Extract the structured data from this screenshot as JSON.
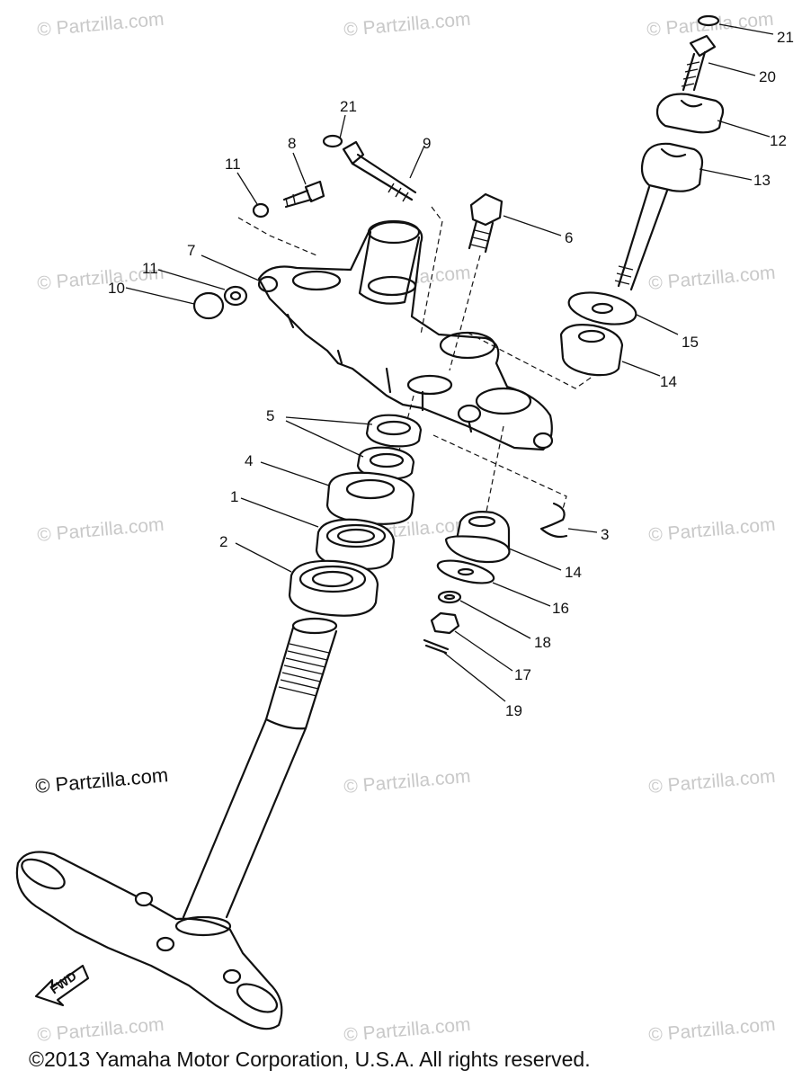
{
  "watermarks": {
    "text": "© Partzilla.com",
    "main_text": "© Partzilla.com"
  },
  "callouts": {
    "c21a": "21",
    "c20": "20",
    "c12": "12",
    "c13": "13",
    "c21b": "21",
    "c8": "8",
    "c9": "9",
    "c11a": "11",
    "c6": "6",
    "c7": "7",
    "c11b": "11",
    "c10": "10",
    "c15": "15",
    "c14a": "14",
    "c5": "5",
    "c4": "4",
    "c1": "1",
    "c3": "3",
    "c2": "2",
    "c14b": "14",
    "c16": "16",
    "c18": "18",
    "c17": "17",
    "c19": "19"
  },
  "fwd_label": "FWD",
  "copyright": "©2013 Yamaha Motor Corporation, U.S.A. All rights reserved."
}
